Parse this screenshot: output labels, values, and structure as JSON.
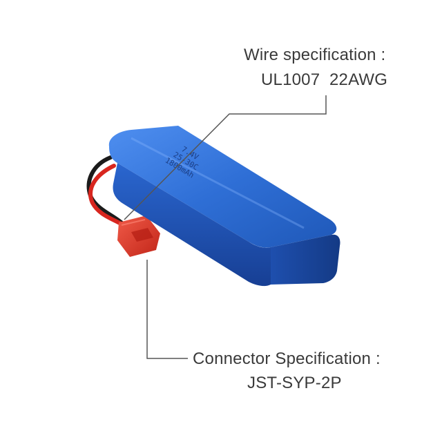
{
  "annotations": {
    "wire_title": "Wire specification :",
    "wire_value": "UL1007  22AWG",
    "connector_title": "Connector Specification :",
    "connector_value": "JST-SYP-2P"
  },
  "battery_label": {
    "line1": "7.4V",
    "line2": "25-30C",
    "line3": "1800mAh"
  },
  "colors": {
    "battery_blue": "#2f6fd6",
    "wire_red": "#d8261f",
    "wire_black": "#1b1b1b",
    "connector_red": "#e23a2d",
    "callout_line": "#555555",
    "text": "#3a3a3a"
  }
}
